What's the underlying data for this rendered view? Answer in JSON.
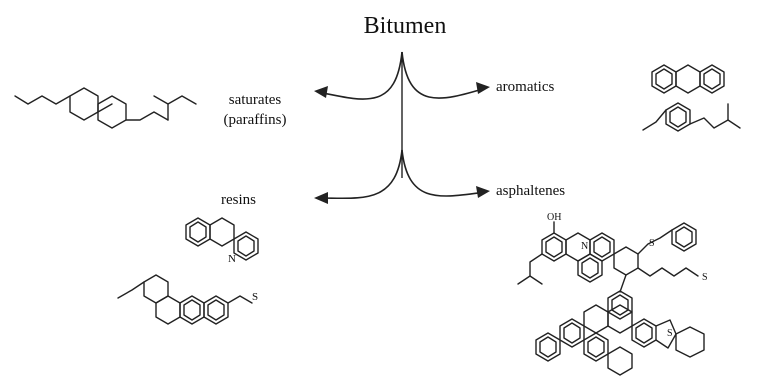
{
  "title": "Bitumen",
  "fractions": {
    "saturates": {
      "line1": "saturates",
      "line2": "(paraffins)"
    },
    "aromatics": {
      "label": "aromatics"
    },
    "resins": {
      "label": "resins"
    },
    "asphaltenes": {
      "label": "asphaltenes"
    }
  },
  "atoms": {
    "oh": "OH",
    "n": "N",
    "s": "S"
  }
}
